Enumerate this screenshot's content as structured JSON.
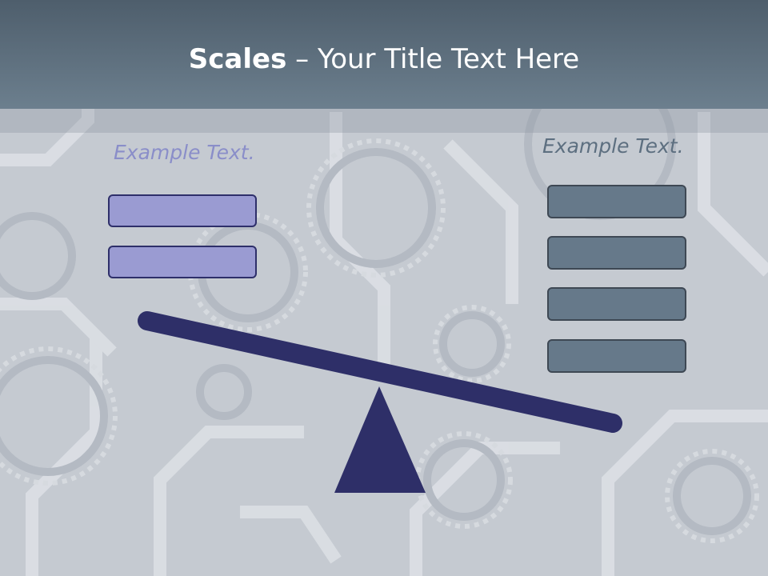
{
  "slide": {
    "title_bold": "Scales",
    "title_rest": " – Your Title Text Here"
  },
  "left": {
    "label": "Example Text.",
    "box_count": 2,
    "box_color": "#9a9bd2"
  },
  "right": {
    "label": "Example Text.",
    "box_count": 4,
    "box_color": "#66798a"
  },
  "scale_color": "#2e2f68"
}
